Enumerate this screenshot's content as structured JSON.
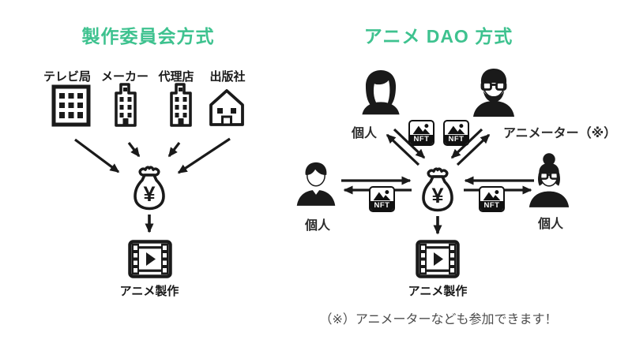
{
  "left_panel": {
    "title": "製作委員会方式",
    "entities": [
      {
        "label": "テレビ局",
        "icon": "office-building-grid-icon"
      },
      {
        "label": "メーカー",
        "icon": "office-building-tall-icon"
      },
      {
        "label": "代理店",
        "icon": "office-building-tall-icon"
      },
      {
        "label": "出版社",
        "icon": "house-building-icon"
      }
    ],
    "fund_icon": "money-bag-yen-icon",
    "yen_symbol": "¥",
    "output_icon": "film-production-icon",
    "output_label": "アニメ製作"
  },
  "right_panel": {
    "title": "アニメ DAO 方式",
    "participants": [
      {
        "label": "個人",
        "position": "top-left",
        "icon": "person-woman-icon"
      },
      {
        "label": "アニメーター（※）",
        "position": "top-right",
        "icon": "person-man-beard-glasses-icon"
      },
      {
        "label": "個人",
        "position": "middle-left",
        "icon": "person-man-icon"
      },
      {
        "label": "個人",
        "position": "middle-right",
        "icon": "person-woman-bun-glasses-icon"
      }
    ],
    "nft_label": "NFT",
    "fund_icon": "money-bag-yen-icon",
    "yen_symbol": "¥",
    "output_icon": "film-production-icon",
    "output_label": "アニメ製作",
    "footnote": "（※）アニメーターなども参加できます！"
  },
  "colors": {
    "accent_green": "#3ec28f",
    "icon_black": "#1a1a1a",
    "footnote_gray": "#4d4d4d",
    "background": "#ffffff"
  }
}
